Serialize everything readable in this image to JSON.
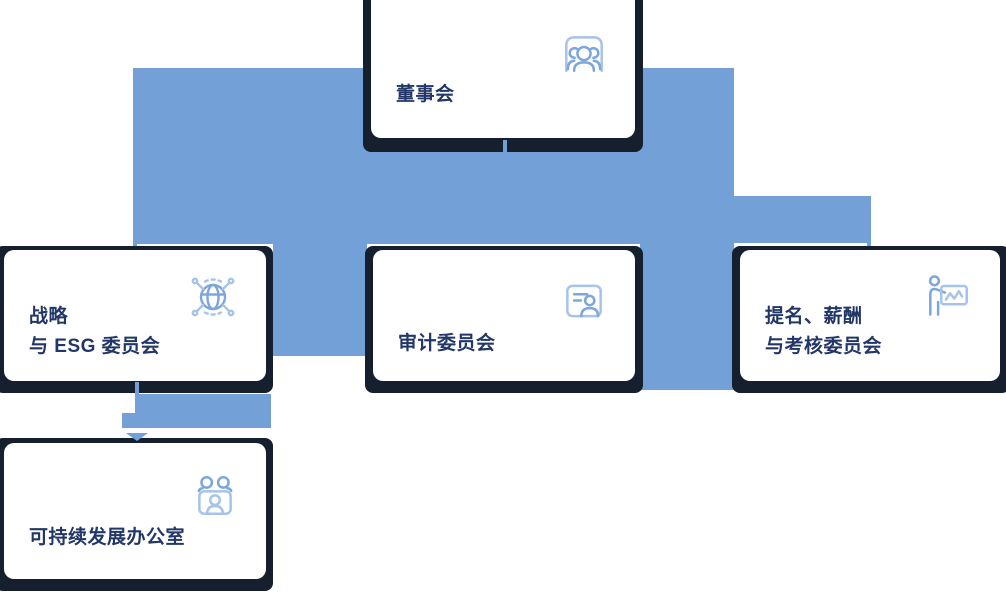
{
  "colors": {
    "connector": "#74A0D8",
    "frame": "#151F2E",
    "card_bg": "#FFFFFF",
    "text": "#223768",
    "icon_primary": "#7CA6DC",
    "icon_secondary": "#A6C3E9"
  },
  "org_chart": {
    "nodes": [
      {
        "id": "board",
        "label_lines": [
          "董事会"
        ],
        "icon": "board-meeting-icon"
      },
      {
        "id": "strategy_esg",
        "label_lines": [
          "战略",
          "与 ESG 委员会"
        ],
        "icon": "globe-network-icon"
      },
      {
        "id": "audit",
        "label_lines": [
          "审计委员会"
        ],
        "icon": "audit-document-icon"
      },
      {
        "id": "nomination_remuneration",
        "label_lines": [
          "提名、薪酬",
          "与考核委员会"
        ],
        "icon": "presentation-chart-icon"
      },
      {
        "id": "sustainability_office",
        "label_lines": [
          "可持续发展办公室"
        ],
        "icon": "team-office-icon"
      }
    ]
  }
}
